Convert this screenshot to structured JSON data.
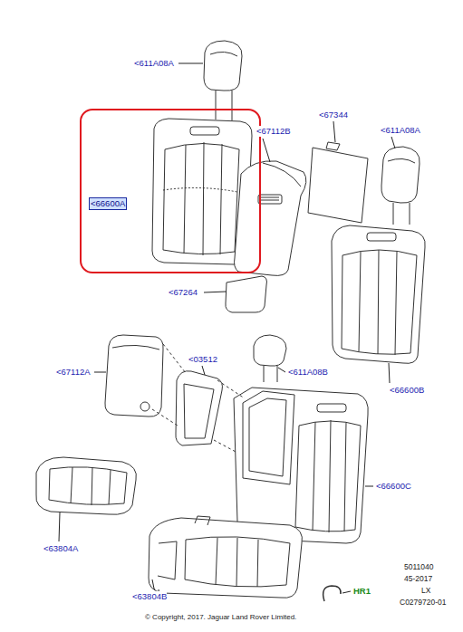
{
  "diagram": {
    "nodes": [
      {
        "text": [
          "<66600A"
        ]
      }
    ],
    "edges": [],
    "labels": [
      "<611A08A",
      "<67112B",
      "<67344",
      "<611A08A",
      "<67264",
      "<66600B",
      "<67112A",
      "<03512",
      "<611A08B",
      "<66600C",
      "<63804A",
      "<63804B",
      "HR1",
      "5011040",
      "45-2017",
      "LX",
      "C0279720-01",
      "© Copyright, 2017. Jaguar Land Rover Limited."
    ]
  }
}
